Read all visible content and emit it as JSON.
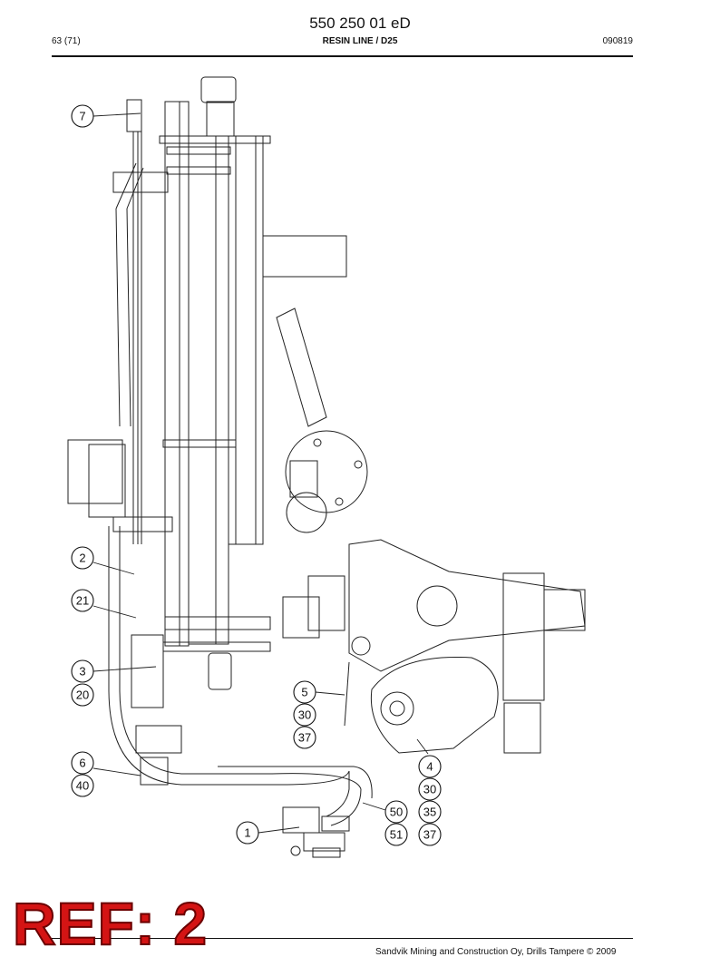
{
  "header": {
    "doc_number": "550 250 01 eD",
    "page": "63 (71)",
    "title": "RESIN LINE / D25",
    "date_code": "090819"
  },
  "callouts": [
    "7",
    "2",
    "21",
    "3",
    "20",
    "6",
    "40",
    "1",
    "5",
    "30",
    "37",
    "4",
    "30",
    "35",
    "37",
    "50",
    "51"
  ],
  "stamp": "REF: 2",
  "footer": {
    "copyright": "Sandvik Mining and Construction Oy, Drills Tampere © 2009"
  }
}
